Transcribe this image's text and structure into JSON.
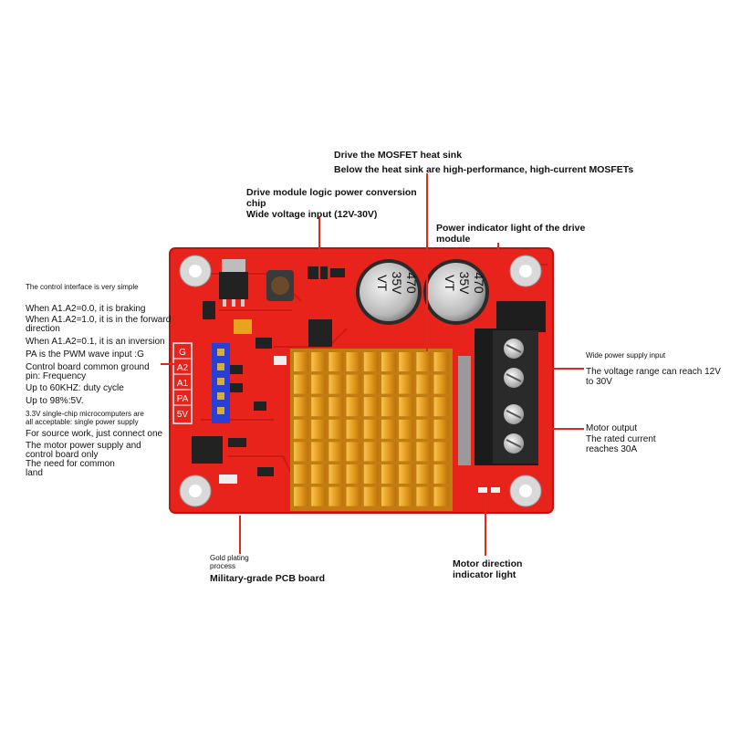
{
  "annotations": {
    "heat_sink_title": "Drive the MOSFET heat sink",
    "heat_sink_desc": "Below the heat sink are high-performance, high-current MOSFETs",
    "logic_chip_1": "Drive module logic power conversion",
    "logic_chip_2": "chip",
    "logic_chip_3": "Wide voltage input (12V-30V)",
    "power_led_1": "Power indicator light of the drive",
    "power_led_2": "module",
    "control_simple": "The control interface is very simple",
    "braking": "When A1.A2=0.0, it is braking",
    "forward_1": "When A1.A2=1.0, it is in the forward",
    "forward_2": "direction",
    "inversion": "When A1.A2=0.1, it is an inversion",
    "pwm": "PA is the PWM wave input :G",
    "ground_1": "Control board common ground",
    "ground_2": "pin: Frequency",
    "freq": "Up to 60KHZ: duty cycle",
    "duty": "Up to 98%:5V.",
    "mcu_1": "3.3V single-chip microcomputers are",
    "mcu_2": "all acceptable: single power supply",
    "source_1": "For source work, just connect one",
    "source_2": "The motor power supply and",
    "source_3": "control board only",
    "source_4": "The need for common",
    "source_5": "land",
    "wide_power": "Wide power supply input",
    "voltage_range_1": "The voltage range can reach 12V",
    "voltage_range_2": "to 30V",
    "motor_output": "Motor output",
    "rated_1": "The rated current",
    "rated_2": "reaches 30A",
    "gold_1": "Gold plating",
    "gold_2": "process",
    "military": "Military-grade PCB board",
    "motor_dir_1": "Motor direction",
    "motor_dir_2": "indicator light"
  },
  "board": {
    "pins": [
      "G",
      "A2",
      "A1",
      "PA",
      "5V"
    ],
    "cap_1": {
      "value": "470",
      "voltage": "35V",
      "mark": "VT"
    },
    "cap_2": {
      "value": "470",
      "voltage": "35V",
      "mark": "VT"
    },
    "colors": {
      "pcb": "#e8231b",
      "heatsink": "#e0a01a",
      "terminal": "#1b1b1b",
      "header": "#2a3fd6",
      "accent": "#e0281e"
    }
  }
}
